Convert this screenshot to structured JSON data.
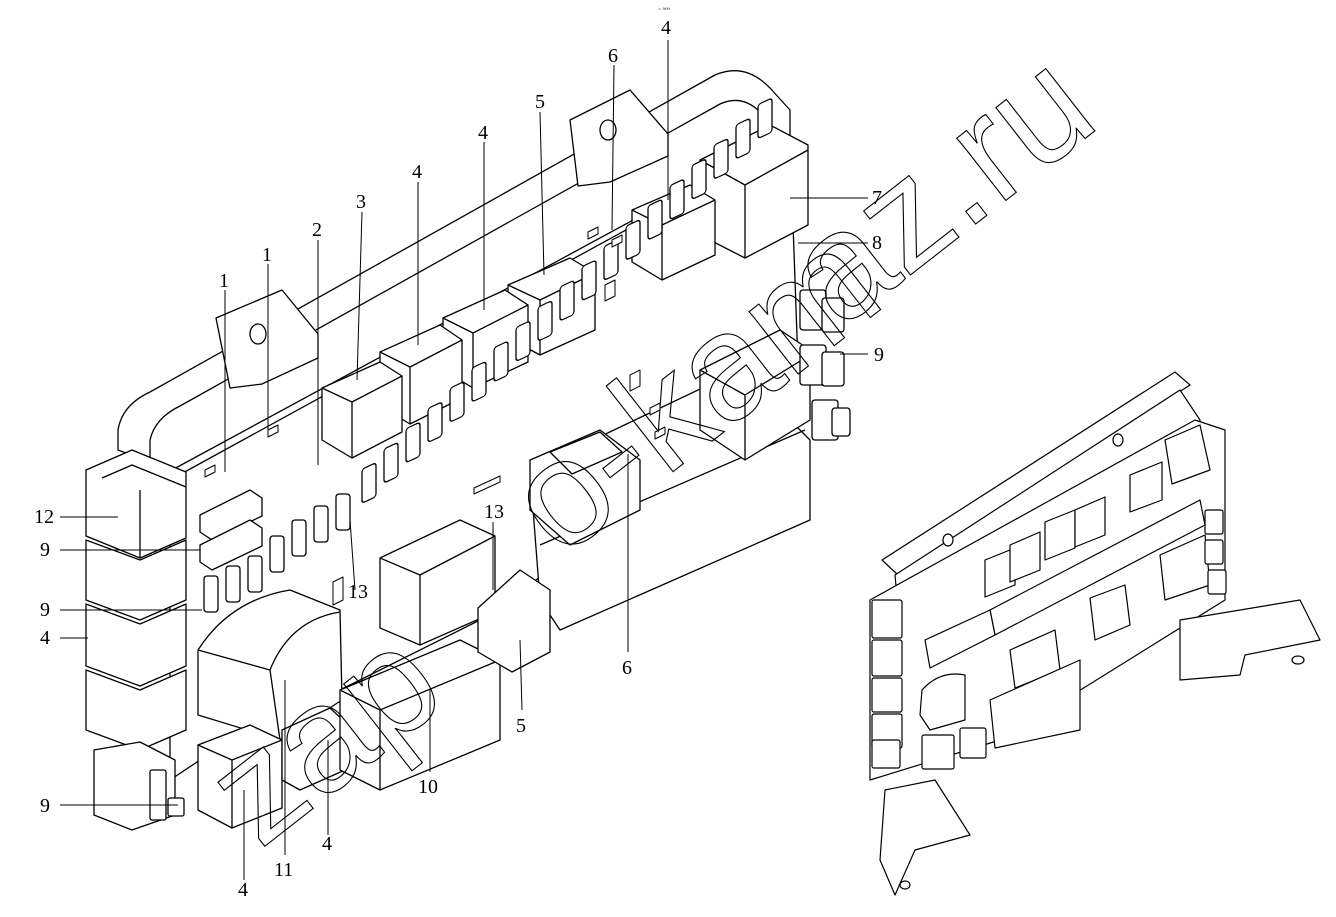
{
  "drawing": {
    "header_mark": "⁼ ⁰⁰⁰",
    "watermark_left": "zap",
    "watermark_mid": "o-kam",
    "watermark_right": "az.ru"
  },
  "callouts": [
    {
      "id": "c1",
      "label": "4"
    },
    {
      "id": "c2",
      "label": "6"
    },
    {
      "id": "c3",
      "label": "5"
    },
    {
      "id": "c4",
      "label": "4"
    },
    {
      "id": "c5",
      "label": "4"
    },
    {
      "id": "c6",
      "label": "3"
    },
    {
      "id": "c7",
      "label": "2"
    },
    {
      "id": "c8",
      "label": "1"
    },
    {
      "id": "c9",
      "label": "1"
    },
    {
      "id": "c10",
      "label": "7"
    },
    {
      "id": "c11",
      "label": "8"
    },
    {
      "id": "c12",
      "label": "9"
    },
    {
      "id": "c13",
      "label": "12"
    },
    {
      "id": "c14",
      "label": "9"
    },
    {
      "id": "c15",
      "label": "9"
    },
    {
      "id": "c16",
      "label": "4"
    },
    {
      "id": "c17",
      "label": "13"
    },
    {
      "id": "c18",
      "label": "13"
    },
    {
      "id": "c19",
      "label": "6"
    },
    {
      "id": "c20",
      "label": "5"
    },
    {
      "id": "c21",
      "label": "10"
    },
    {
      "id": "c22",
      "label": "4"
    },
    {
      "id": "c23",
      "label": "11"
    },
    {
      "id": "c24",
      "label": "4"
    },
    {
      "id": "c25",
      "label": "9"
    }
  ]
}
